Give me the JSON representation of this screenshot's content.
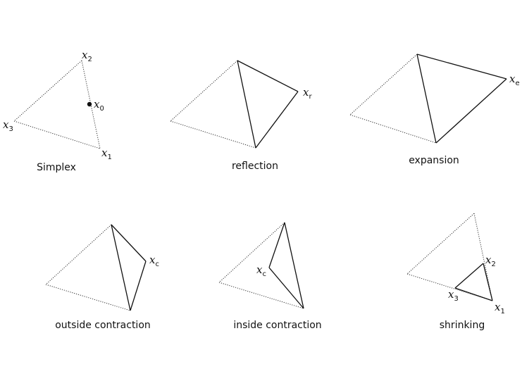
{
  "panels": {
    "simplex": {
      "caption": "Simplex",
      "labels": {
        "x2": "2",
        "x0": "0",
        "x3": "3",
        "x1": "1"
      }
    },
    "reflection": {
      "caption": "reflection",
      "labels": {
        "xr": "r"
      }
    },
    "expansion": {
      "caption": "expansion",
      "labels": {
        "xe": "e"
      }
    },
    "outside_contraction": {
      "caption": "outside contraction",
      "labels": {
        "xc": "c"
      }
    },
    "inside_contraction": {
      "caption": "inside contraction",
      "labels": {
        "xc": "c"
      }
    },
    "shrinking": {
      "caption": "shrinking",
      "labels": {
        "x2": "2",
        "x3": "3",
        "x1": "1"
      }
    }
  },
  "symbol": "x"
}
